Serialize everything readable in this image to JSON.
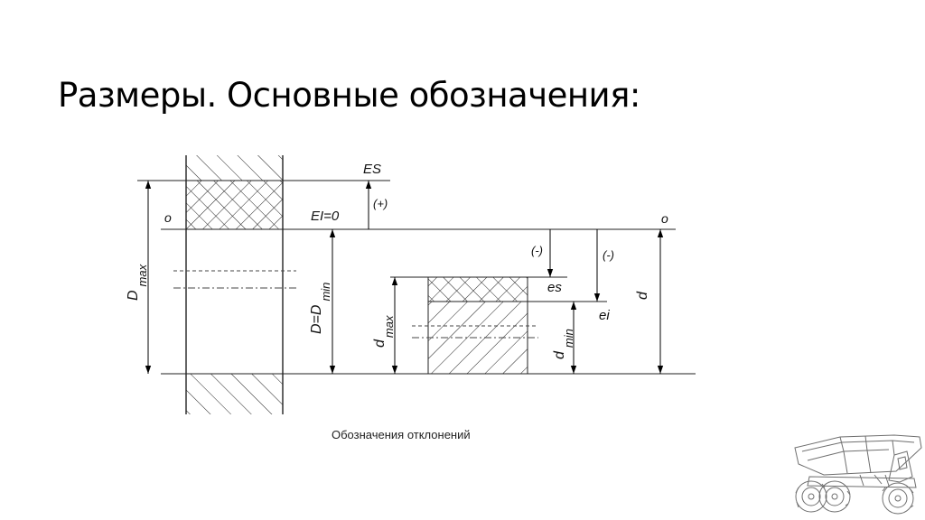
{
  "slide": {
    "title": "Размеры. Основные обозначения:"
  },
  "diagram": {
    "labels": {
      "ES": "ES",
      "EI": "EI=0",
      "plus": "(+)",
      "zero_left": "o",
      "zero_right": "o",
      "Dmax_main": "D",
      "Dmax_sub": "max",
      "DDmin_main": "D=D",
      "DDmin_sub": "min",
      "minus1": "(-)",
      "minus2": "(-)",
      "es": "es",
      "ei": "ei",
      "dmax_main": "d",
      "dmax_sub": "max",
      "dmin_main": "d",
      "dmin_sub": "min",
      "d": "d"
    },
    "caption": "Обозначения отклонений"
  },
  "decoration": {
    "truck_icon": "mining-dump-truck-icon"
  }
}
